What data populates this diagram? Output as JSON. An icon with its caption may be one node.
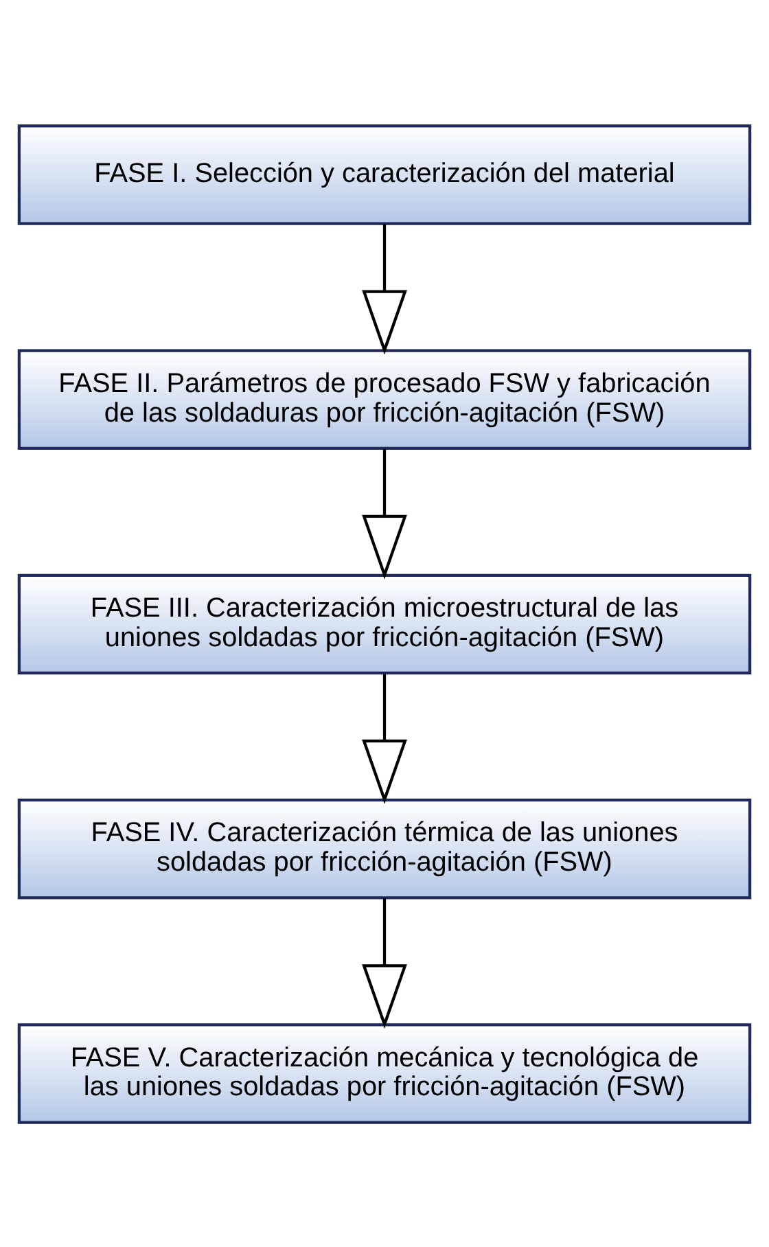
{
  "diagram": {
    "nodes": [
      {
        "text": [
          "FASE I. Selección y caracterización del material"
        ]
      },
      {
        "text": [
          "FASE II. Parámetros de procesado FSW y fabricación de las soldaduras por fricción-agitación (FSW)"
        ]
      },
      {
        "text": [
          "FASE III. Caracterización microestructural de las uniones soldadas por fricción-agitación (FSW)"
        ]
      },
      {
        "text": [
          "FASE IV. Caracterización térmica de las uniones soldadas por fricción-agitación (FSW)"
        ]
      },
      {
        "text": [
          "FASE V. Caracterización mecánica y tecnológica de las uniones soldadas por fricción-agitación (FSW)"
        ]
      }
    ],
    "edges": [
      {
        "from": 0,
        "to": 1,
        "arrow": "to"
      },
      {
        "from": 1,
        "to": 2,
        "arrow": "to"
      },
      {
        "from": 2,
        "to": 3,
        "arrow": "to"
      },
      {
        "from": 3,
        "to": 4,
        "arrow": "to"
      }
    ]
  }
}
